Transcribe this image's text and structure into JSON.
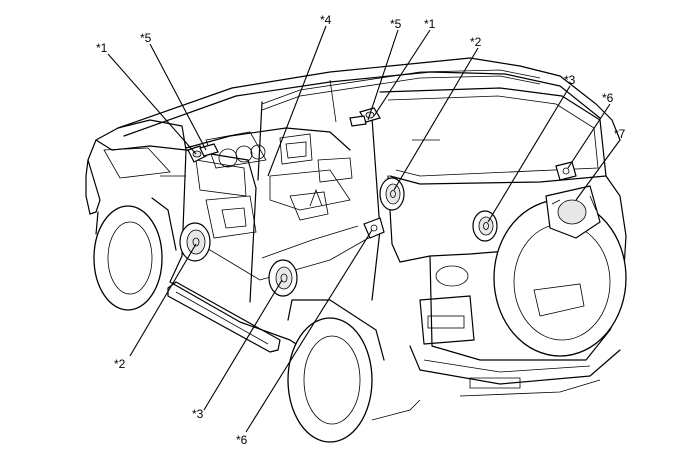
{
  "callouts": [
    {
      "id": "c1a",
      "label": "*1"
    },
    {
      "id": "c5a",
      "label": "*5"
    },
    {
      "id": "c4",
      "label": "*4"
    },
    {
      "id": "c5b",
      "label": "*5"
    },
    {
      "id": "c1b",
      "label": "*1"
    },
    {
      "id": "c2a",
      "label": "*2"
    },
    {
      "id": "c3a",
      "label": "*3"
    },
    {
      "id": "c6a",
      "label": "*6"
    },
    {
      "id": "c7",
      "label": "*7"
    },
    {
      "id": "c2b",
      "label": "*2"
    },
    {
      "id": "c3b",
      "label": "*3"
    },
    {
      "id": "c6b",
      "label": "*6"
    }
  ]
}
